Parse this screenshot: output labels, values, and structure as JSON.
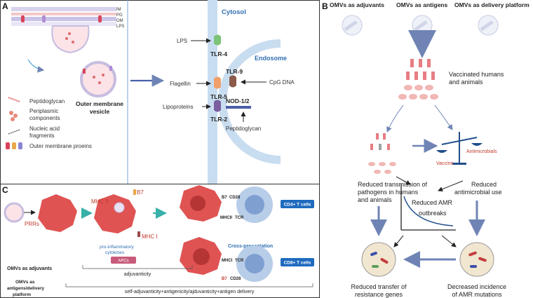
{
  "panelA": {
    "letter": "A",
    "membrane_layers": [
      "IM",
      "PG",
      "OM",
      "LPS"
    ],
    "omv_label_line1": "Outer membrane",
    "omv_label_line2": "vesicle",
    "legend": [
      {
        "label": "Peptidoglycan"
      },
      {
        "label_line1": "Periplasmic",
        "label_line2": "components"
      },
      {
        "label_line1": "Nucleic acid",
        "label_line2": "fragments"
      },
      {
        "label": "Outer membrane proeins"
      }
    ],
    "cytosol": "Cytosol",
    "endosome": "Endosome",
    "ligands": {
      "lps": "LPS",
      "flagellin": "Flagellin",
      "lipoproteins": "Lipoproteins",
      "cpg": "CpG DNA",
      "peptidoglycan": "Peptidoglycan"
    },
    "receptors": {
      "tlr4": "TLR-4",
      "tlr5": "TLR-5",
      "tlr9": "TLR-9",
      "tlr2": "TLR-2",
      "nod": "NOD-1/2"
    }
  },
  "panelB": {
    "letter": "B",
    "headers": [
      "OMVs as adjuvants",
      "OMVs as antigens",
      "OMVs as delivery platform"
    ],
    "vaccinated_line1": "Vaccinated humans",
    "vaccinated_line2": "and animals",
    "vaccine": "Vaccine",
    "antimicrobials": "Antimicrobials",
    "reduced_transmission": [
      "Reduced transmission of",
      "pathogens in humans",
      "and animals"
    ],
    "reduced_antimicrobial": [
      "Reduced",
      "antimicrobial use"
    ],
    "reduced_amr": [
      "Reduced AMR",
      "outbreaks"
    ],
    "reduced_transfer": [
      "Reduced transfer of",
      "resistance genes"
    ],
    "decreased_incidence": [
      "Decreased incidence",
      "of AMR mutations"
    ]
  },
  "panelC": {
    "letter": "C",
    "prrs": "PRRs",
    "mhc2": "MHC II",
    "b7": "B7",
    "mhc1": "MHC I",
    "cytokines_line1": "pro-inflammatory",
    "cytokines_line2": "cytokines",
    "apcs": "APCs",
    "top_labels": {
      "b7": "B7",
      "cd28": "CD28",
      "mhcii": "MHCII",
      "tcr": "TCR"
    },
    "cd4": "CD4+ T cells",
    "cross": "Cross-presentation",
    "bottom_labels": {
      "mhci": "MHCI",
      "tcr": "TCR",
      "b7": "B7",
      "cd28": "CD28"
    },
    "cd8": "CD8+ T cells",
    "row1_label": "OMVs as adjuvants",
    "row1_value": "adjuvanticity",
    "row2_label_line1": "OMVs as",
    "row2_label_line2": "antigens/delivery",
    "row2_label_line3": "platform",
    "row2_value": "self-adjuvanticity+antigenicity/ajduvanticity+antigen delivery"
  },
  "colors": {
    "blue_accent": "#2f6fb1",
    "red_accent": "#c0392b",
    "cell_red": "#e05353",
    "tcell_blue": "#b7cde8"
  }
}
